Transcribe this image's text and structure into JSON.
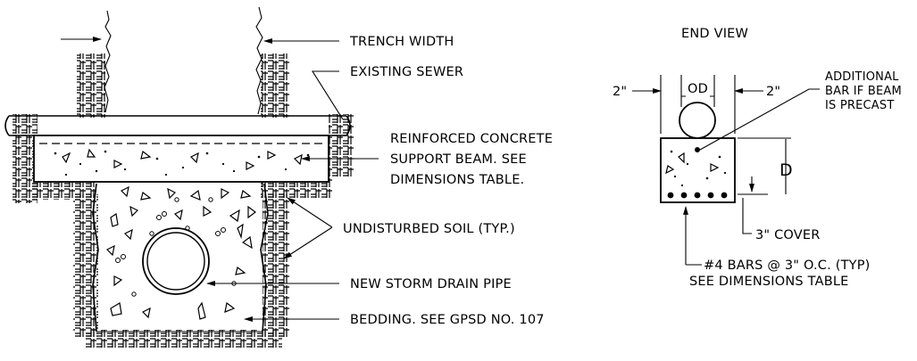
{
  "section_labels": {
    "trench_width": "TRENCH WIDTH",
    "existing_sewer": "EXISTING SEWER",
    "beam_line1": "REINFORCED CONCRETE",
    "beam_line2": "SUPPORT BEAM. SEE",
    "beam_line3": "DIMENSIONS TABLE.",
    "undisturbed_soil": "UNDISTURBED SOIL (TYP.)",
    "new_pipe": "NEW STORM DRAIN PIPE",
    "bedding": "BEDDING. SEE GPSD NO. 107"
  },
  "end_view": {
    "title": "END VIEW",
    "dim_left": "2\"",
    "dim_right": "2\"",
    "od": "OD",
    "d": "D",
    "additional_line1": "ADDITIONAL",
    "additional_line2": "BAR IF BEAM",
    "additional_line3": "IS PRECAST",
    "cover": "3\" COVER",
    "bars_line1": "#4 BARS @ 3\" O.C. (TYP)",
    "bars_line2": "SEE DIMENSIONS TABLE"
  }
}
